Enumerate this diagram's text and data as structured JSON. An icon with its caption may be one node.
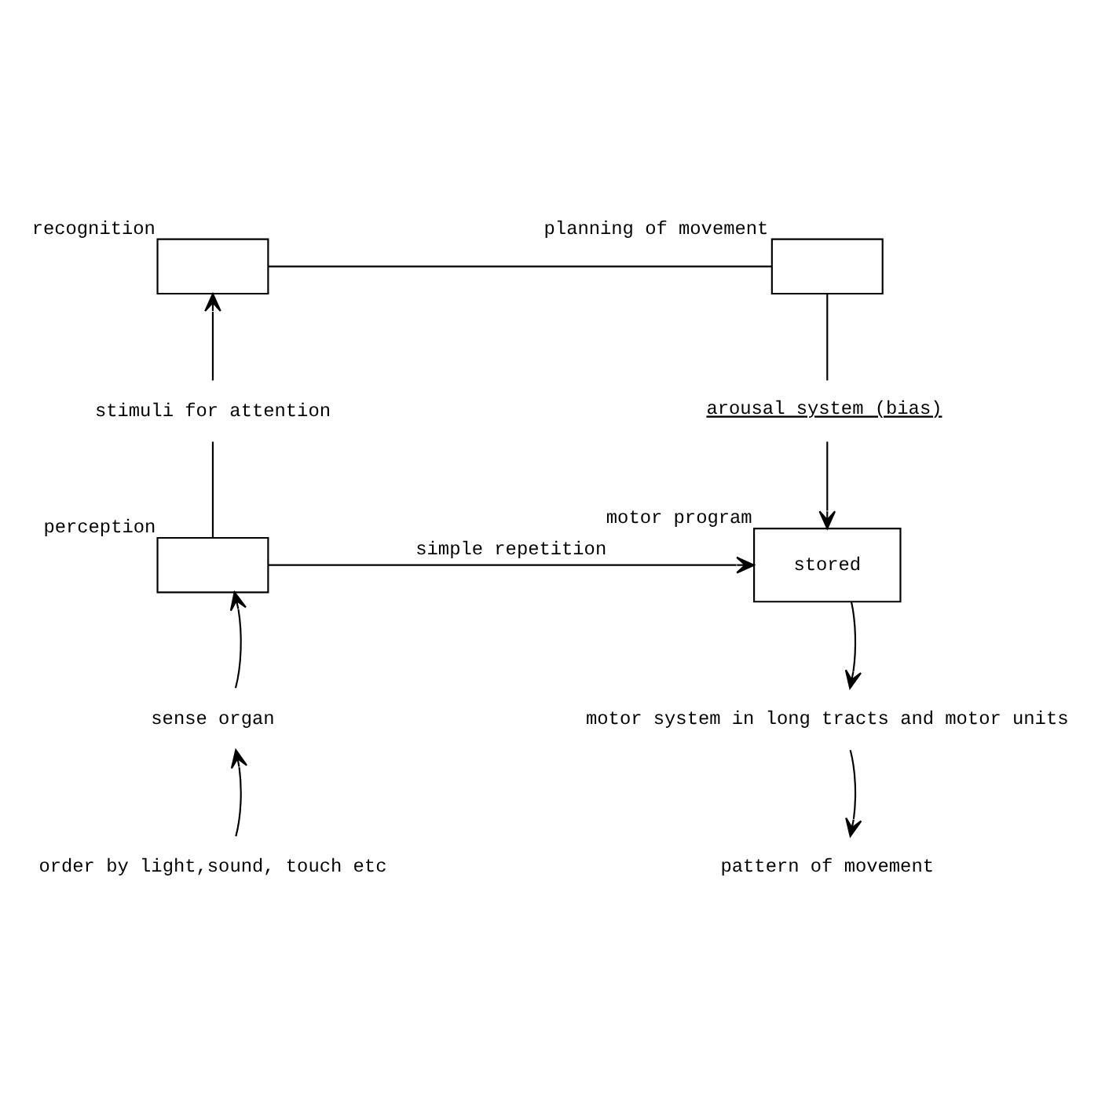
{
  "diagram": {
    "nodes": [
      {
        "text": [],
        "shape": "box",
        "beside": [
          "recognition"
        ]
      },
      {
        "text": [],
        "shape": "box",
        "beside": [
          "planning of movement"
        ]
      },
      {
        "text": [],
        "shape": "box",
        "beside": [
          "perception"
        ]
      },
      {
        "text": [
          "stored"
        ],
        "beside": [
          "motor program"
        ]
      },
      {
        "text": [
          "sense organ"
        ]
      },
      {
        "text": [
          "order by light,sound, touch etc"
        ]
      },
      {
        "text": [
          "motor system in long tracts and motor units"
        ]
      },
      {
        "text": [
          "pattern of movement"
        ]
      }
    ],
    "edges": [
      {
        "from": 0,
        "to": 1,
        "arrow": "none"
      },
      {
        "from": 2,
        "to": 0,
        "arrow": "to"
      },
      {
        "from": 1,
        "to": 3,
        "arrow": "to"
      },
      {
        "from": 2,
        "to": 3,
        "arrow": "to",
        "label": "simple repetition"
      },
      {
        "from": 4,
        "to": 2,
        "arrow": "to"
      },
      {
        "from": 5,
        "to": 4,
        "arrow": "to"
      },
      {
        "from": 3,
        "to": 6,
        "arrow": "to"
      },
      {
        "from": 6,
        "to": 7,
        "arrow": "to"
      }
    ],
    "labels": [
      "stimuli for attention",
      "arousal system (bias)"
    ]
  }
}
